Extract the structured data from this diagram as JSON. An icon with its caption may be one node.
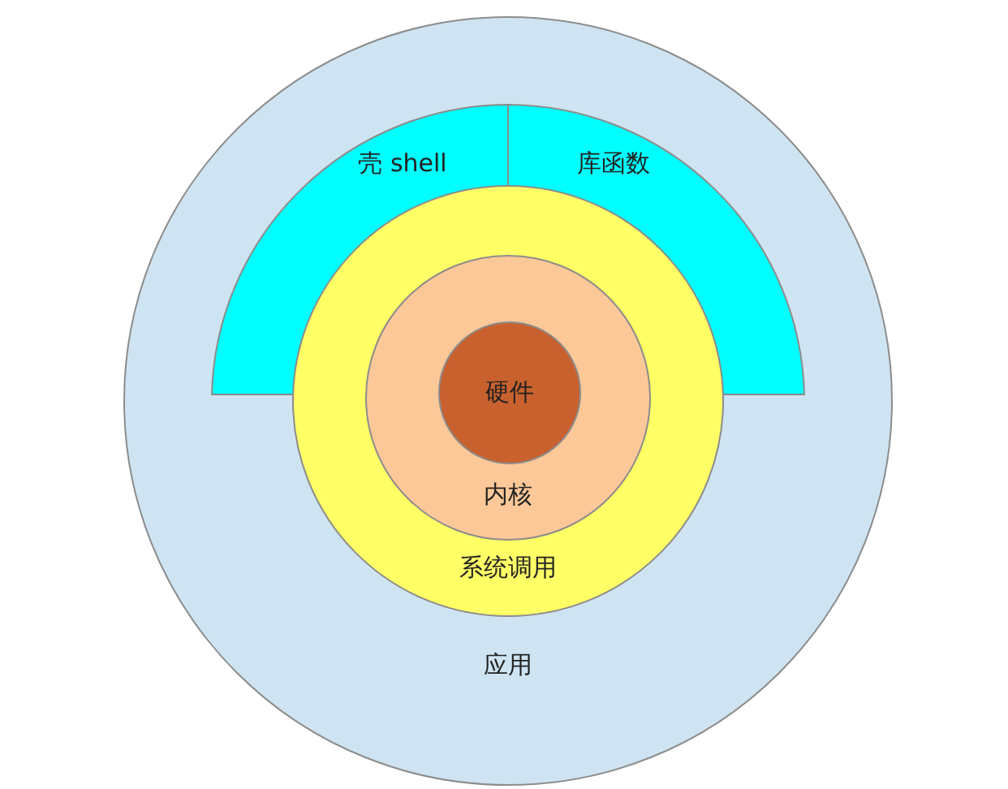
{
  "diagram": {
    "nodes": [
      {
        "text": [
          "应用"
        ]
      },
      {
        "text": [
          "壳 shell"
        ],
        "in": 0
      },
      {
        "text": [
          "库函数"
        ],
        "in": 0
      },
      {
        "text": [
          "系统调用"
        ],
        "in": 0
      },
      {
        "text": [
          "内核"
        ],
        "in": 3
      },
      {
        "text": [
          "硬件"
        ],
        "in": 4
      }
    ]
  }
}
